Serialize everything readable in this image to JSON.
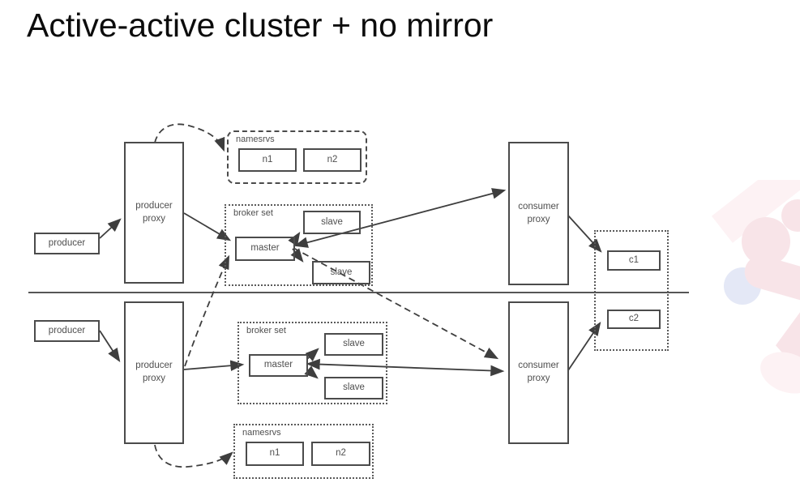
{
  "title": "Active-active cluster + no mirror",
  "dc_top": {
    "producer": "producer",
    "producer_proxy": "producer proxy",
    "namesrvs_label": "namesrvs",
    "n1": "n1",
    "n2": "n2",
    "broker_set_label": "broker set",
    "master": "master",
    "slave_a": "slave",
    "slave_b": "slave",
    "consumer_proxy": "consumer proxy",
    "consumer": "c1"
  },
  "dc_bottom": {
    "producer": "producer",
    "producer_proxy": "producer proxy",
    "namesrvs_label": "namesrvs",
    "n1": "n1",
    "n2": "n2",
    "broker_set_label": "broker set",
    "master": "master",
    "slave_a": "slave",
    "slave_b": "slave",
    "consumer_proxy": "consumer proxy",
    "consumer": "c2"
  },
  "colors": {
    "title_text": "#0c0c0c",
    "box_border": "#4b4b4b",
    "label_text": "#4f4f4f",
    "line": "#3e3e3e",
    "divider": "#565656",
    "watermark_pink": "#f8e4e8",
    "watermark_pink_light": "#fdf2f4",
    "watermark_blue": "#e4e8f6"
  }
}
